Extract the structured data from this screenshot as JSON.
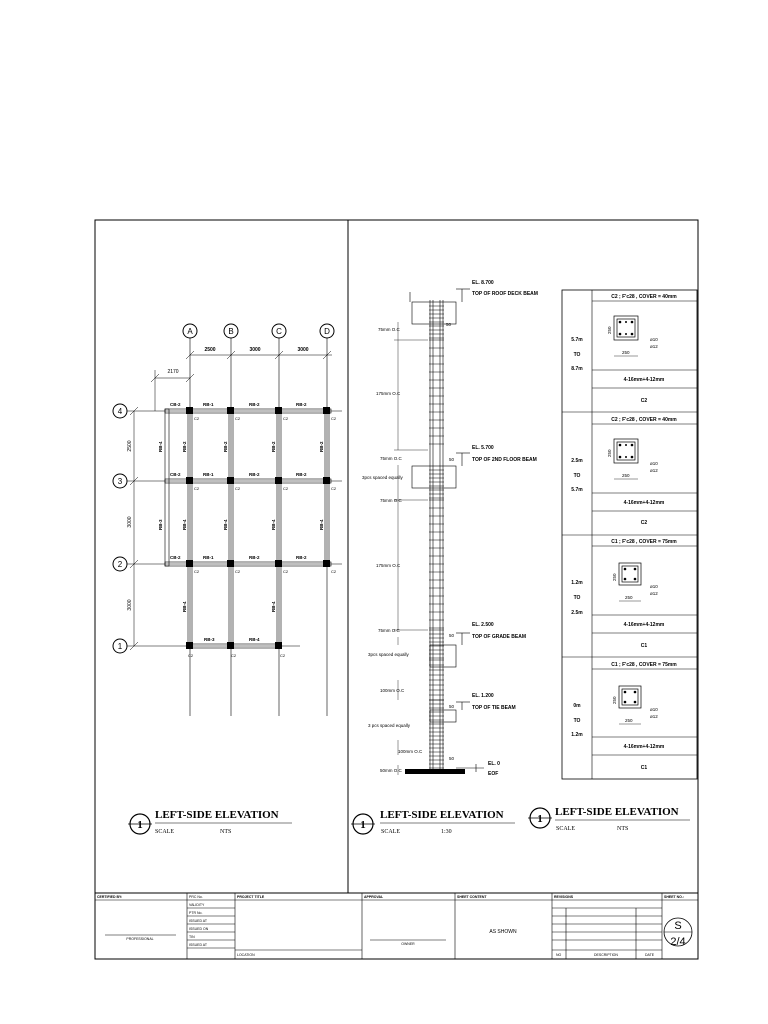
{
  "plan": {
    "grid_columns": [
      "A",
      "B",
      "C",
      "D"
    ],
    "grid_rows": [
      "4",
      "3",
      "2",
      "1"
    ],
    "spans_x": [
      "2500",
      "3000",
      "3000"
    ],
    "overhang": "2170",
    "spans_y": [
      "2500",
      "3000",
      "3000"
    ],
    "beam_labels_row4": [
      "CB-2",
      "RB-1",
      "RB-2",
      "RB-2"
    ],
    "beam_labels_row3": [
      "CB-2",
      "RB-1",
      "RB-2",
      "RB-2"
    ],
    "beam_labels_row2": [
      "CB-2",
      "RB-1",
      "RB-2",
      "RB-2"
    ],
    "beam_labels_row1": [
      "RB-3",
      "RB-4"
    ],
    "vertical_beam_label_a": "RB-4",
    "vertical_beam_label_b": "RB-2",
    "vertical_beam_label_c": "RB-3",
    "column_label": "C2"
  },
  "elevation": {
    "levels": [
      {
        "el": "EL. 8.700",
        "name": "TOP OF ROOF DECK BEAM"
      },
      {
        "el": "EL. 5.700",
        "name": "TOP OF 2ND FLOOR BEAM"
      },
      {
        "el": "EL. 2.500",
        "name": "TOP OF GRADE BEAM"
      },
      {
        "el": "EL. 1.200",
        "name": "TOP OF TIE BEAM"
      },
      {
        "el": "EL. 0",
        "name": "EOF"
      }
    ],
    "spacings": [
      "75mm O.C",
      "175mm O.C",
      "75mm O.C",
      "175mm O.C",
      "75mm O.C",
      "100mm O.C",
      "100mm O.C",
      "50mm O.C"
    ],
    "equal_notes": [
      "3pcs spaced equally",
      "3pcs spaced equally",
      "3 pcs spaced equally"
    ],
    "dim_small": "50"
  },
  "schedule": {
    "rows": [
      {
        "range_top": "5.7m",
        "to": "TO",
        "range_bot": "8.7m",
        "header": "C2 ; F'c28 , COVER = 40mm",
        "rebar": "4-16mm+4-12mm",
        "mark": "C2"
      },
      {
        "range_top": "2.5m",
        "to": "TO",
        "range_bot": "5.7m",
        "header": "C2 ; F'c28 , COVER = 40mm",
        "rebar": "4-16mm+4-12mm",
        "mark": "C2"
      },
      {
        "range_top": "1.2m",
        "to": "TO",
        "range_bot": "2.5m",
        "header": "C1 ; F'c28 , COVER = 75mm",
        "rebar": "4-16mm+4-12mm",
        "mark": "C1"
      },
      {
        "range_top": "0m",
        "to": "TO",
        "range_bot": "1.2m",
        "header": "C1 ; F'c28 , COVER = 75mm",
        "rebar": "4-16mm+4-12mm",
        "mark": "C1"
      }
    ],
    "section_dim": "250",
    "tie_note_a": "ø10",
    "tie_note_b": "ø12"
  },
  "titles": [
    {
      "num": "1",
      "title": "LEFT-SIDE ELEVATION",
      "scale_label": "SCALE",
      "scale": "NTS"
    },
    {
      "num": "1",
      "title": "LEFT-SIDE ELEVATION",
      "scale_label": "SCALE",
      "scale": "1:30"
    },
    {
      "num": "1",
      "title": "LEFT-SIDE ELEVATION",
      "scale_label": "SCALE",
      "scale": "NTS"
    }
  ],
  "titleblock": {
    "certified_by": "CERTIFIED BY:",
    "professional": "PROFESSIONAL",
    "prc": "PRC No.",
    "validity": "VALIDITY",
    "ptr": "PTR No.",
    "issued1": "ISSUED AT",
    "issued2": "ISSUED ON",
    "tin": "TIN",
    "issued3": "ISSUED AT",
    "project_title": "PROJECT TITLE",
    "location": "LOCATION",
    "approval": "APPROVAL",
    "owner": "OWNER",
    "sheet_content": "SHEET CONTENT",
    "as_shown": "AS SHOWN",
    "revisions": "REVISIONS",
    "no": "NO",
    "description": "DESCRIPTION",
    "date": "DATE",
    "sheet_no": "SHEET NO.:",
    "sheet_letter": "S",
    "sheet_number": "2/4"
  }
}
